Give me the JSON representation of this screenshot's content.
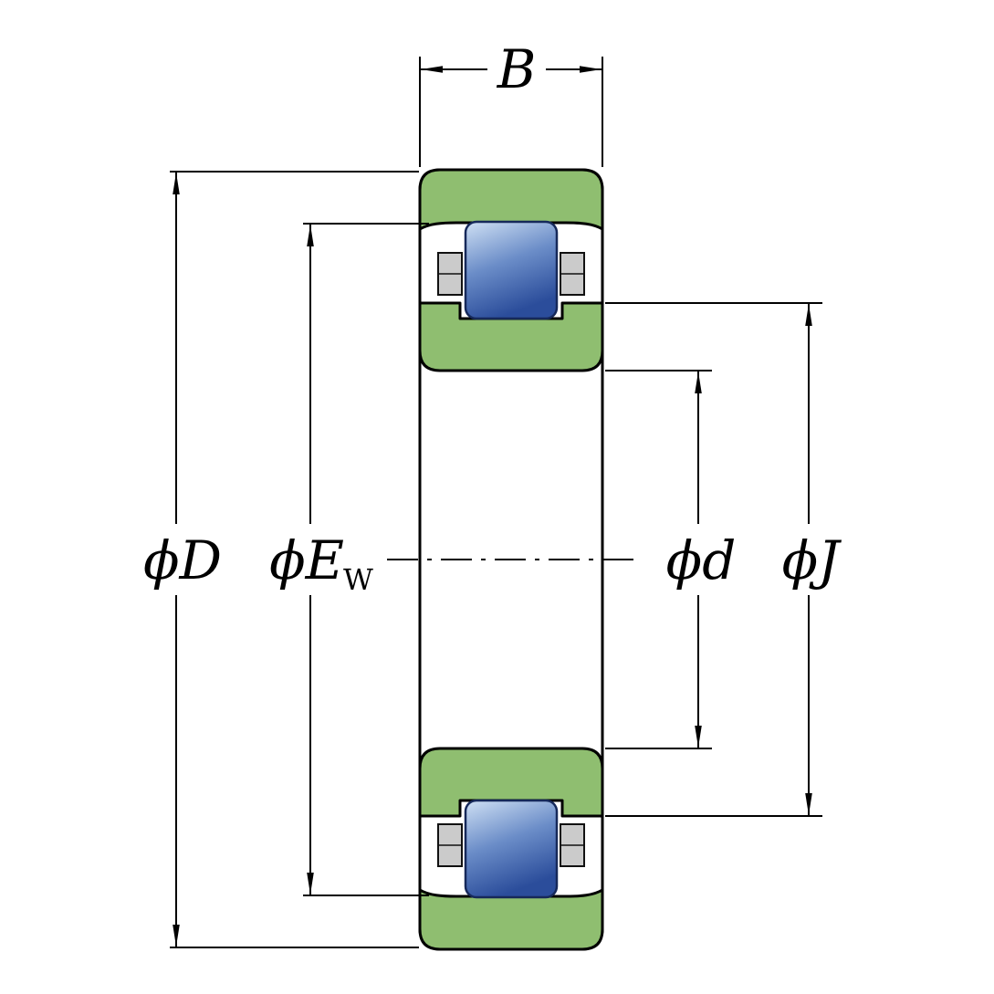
{
  "diagram": {
    "type": "cylindrical-roller-bearing-cross-section",
    "dimension_labels": {
      "width": "B",
      "outer_diameter": "ϕD",
      "raceway_diameter_main": "ϕE",
      "raceway_diameter_sub": "W",
      "bore_diameter": "ϕd",
      "rib_diameter": "ϕJ"
    },
    "colors": {
      "ring_green": "#8fbe70",
      "roller_light": "#cfe0f4",
      "roller_mid": "#6b8dc8",
      "roller_dark": "#2b4d9b",
      "roller_edge": "#16295a",
      "cage_gray": "#cbcbcb",
      "line_black": "#000000",
      "background": "#ffffff"
    }
  }
}
